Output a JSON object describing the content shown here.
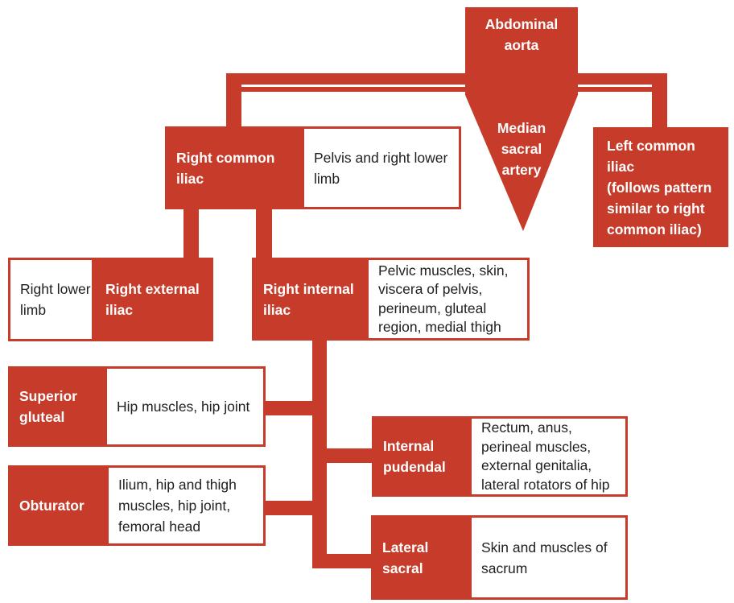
{
  "colors": {
    "accent_red": "#c63b2a",
    "box_border": "#c63b2a",
    "label_text": "#ffffff",
    "body_text": "#1f1f1f",
    "background": "#ffffff"
  },
  "nodes": {
    "abdominal_aorta": {
      "label": "Abdominal\naorta"
    },
    "median_sacral_artery": {
      "label": "Median\nsacral\nartery"
    },
    "right_common_iliac": {
      "label": "Right common\niliac",
      "supplies": "Pelvis and right lower\nlimb"
    },
    "left_common_iliac": {
      "label": "Left common\niliac\n(follows pattern\nsimilar to right\ncommon iliac)"
    },
    "right_external_iliac": {
      "label": "Right external\niliac",
      "supplies": "Right lower\nlimb"
    },
    "right_internal_iliac": {
      "label": "Right internal\niliac",
      "supplies": "Pelvic muscles, skin,\nviscera of pelvis,\nperineum, gluteal\nregion, medial thigh"
    },
    "superior_gluteal": {
      "label": "Superior\ngluteal",
      "supplies": "Hip muscles, hip joint"
    },
    "obturator": {
      "label": "Obturator",
      "supplies": "Ilium, hip and thigh\nmuscles, hip joint,\nfemoral head"
    },
    "internal_pudendal": {
      "label": "Internal\npudendal",
      "supplies": "Rectum, anus,\nperineal muscles,\nexternal genitalia,\nlateral rotators of hip"
    },
    "lateral_sacral": {
      "label": "Lateral\nsacral",
      "supplies": "Skin and muscles of\nsacrum"
    }
  }
}
